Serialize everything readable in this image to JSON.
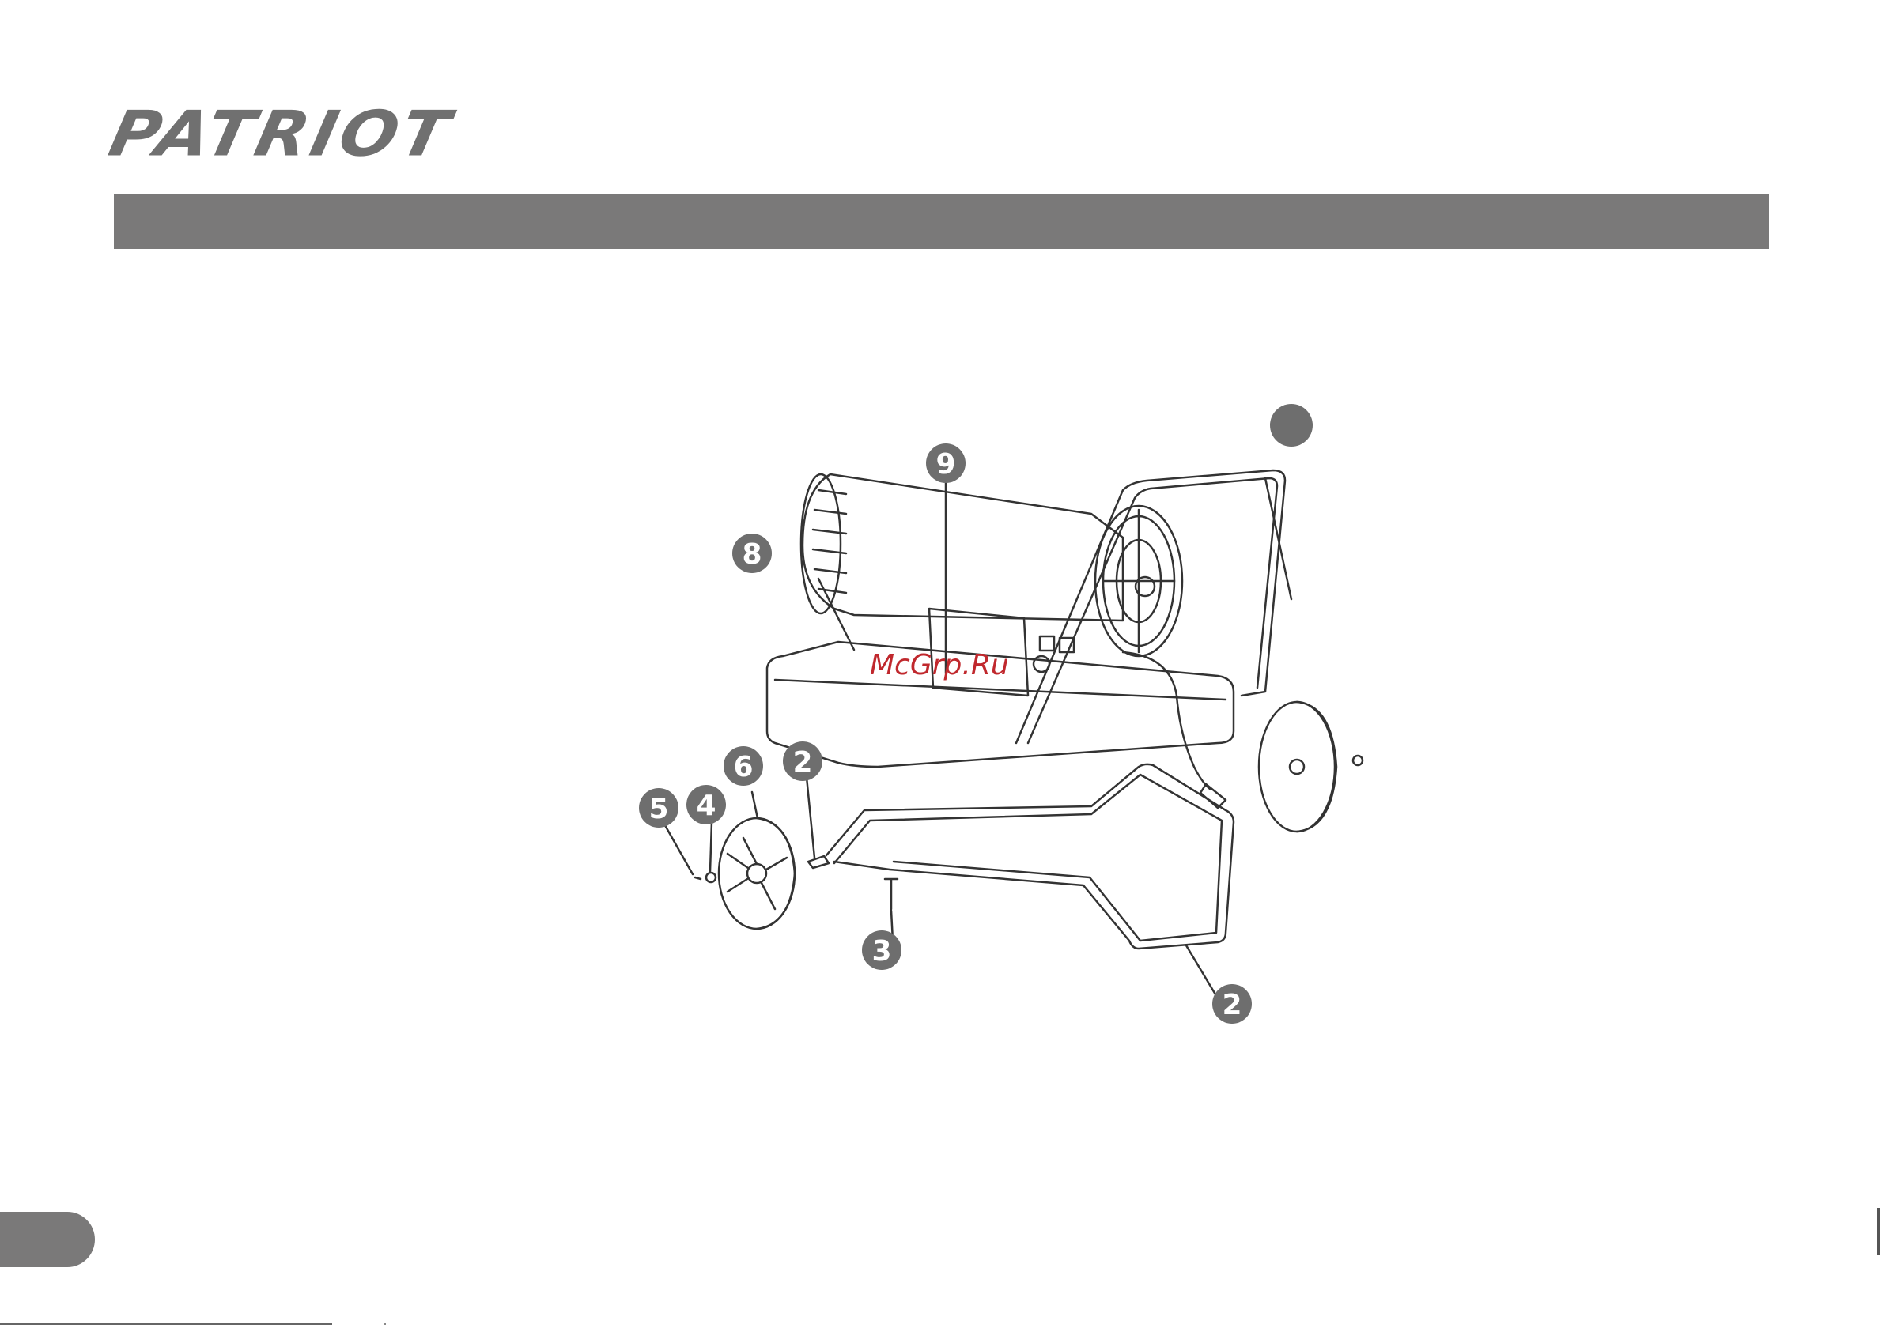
{
  "brand": {
    "logo_text": "PATRIOT"
  },
  "diagram": {
    "callouts": [
      "9",
      "8",
      "6",
      "2",
      "5",
      "4",
      "3",
      "2"
    ],
    "watermark": "McGrp.Ru"
  },
  "colors": {
    "header_bar": "#7a7979",
    "brand_gray": "#707070",
    "watermark": "#c0282d",
    "callout_fill": "#6e6e6e"
  }
}
